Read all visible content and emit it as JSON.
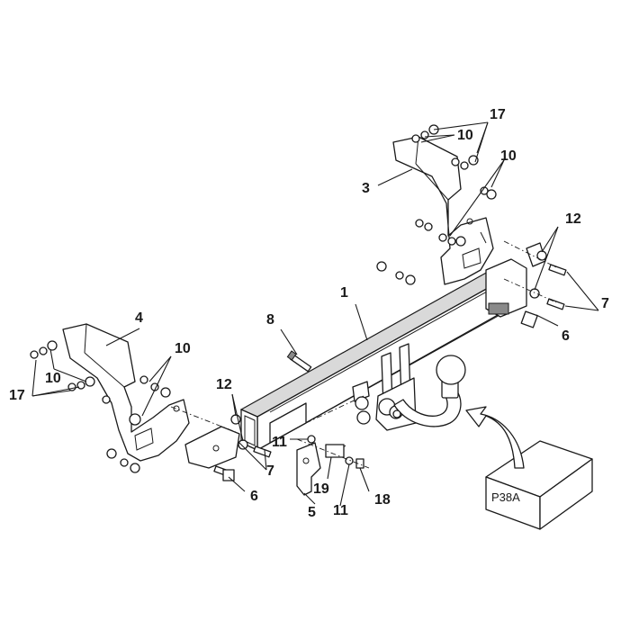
{
  "callouts": {
    "c1": "1",
    "c3": "3",
    "c4": "4",
    "c5": "5",
    "c6_right": "6",
    "c6_left": "6",
    "c7_right": "7",
    "c7_left": "7",
    "c8": "8",
    "c10_top": "10",
    "c10_top_right": "10",
    "c10_left_bracket": "10",
    "c10_left_washers": "10",
    "c11_upper": "11",
    "c11_lower": "11",
    "c12_right": "12",
    "c12_left": "12",
    "c17_top": "17",
    "c17_left": "17",
    "c18": "18",
    "c19": "19"
  },
  "electrical_box": {
    "label": "P38A"
  }
}
